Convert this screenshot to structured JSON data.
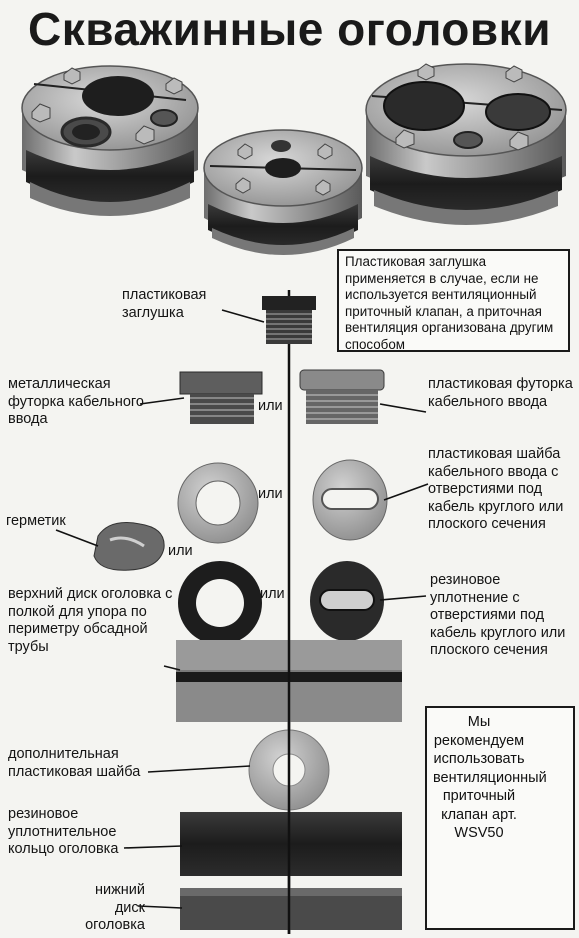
{
  "title": "Скважинные оголовки",
  "labels": {
    "plastic_plug": "пластиковая заглушка",
    "metal_futorka": "металлическая футорка кабельного ввода",
    "plastic_futorka": "пластиковая футорка кабельного ввода",
    "plastic_washer_cable": "пластиковая шайба кабельного ввода с отверстиями под кабель круглого или плоского сечения",
    "sealant": "герметик",
    "rubber_seal": "резиновое уплотнение с отверстиями под кабель круглого или плоского сечения",
    "upper_disk": "верхний диск оголовка с полкой для упора по периметру обсадной трубы",
    "extra_washer": "дополнительная пластиковая шайба",
    "rubber_ring": "резиновое уплотнительное кольцо оголовка",
    "lower_disk": "нижний диск оголовка"
  },
  "or_word": "или",
  "note": "Пластиковая заглушка применяется в случае, если не используется вентиляционный приточный клапан, а приточная вентиляция организована другим способом",
  "recommendation": "Мы рекомендуем использовать вентиляционный приточный клапан арт. WSV50"
}
